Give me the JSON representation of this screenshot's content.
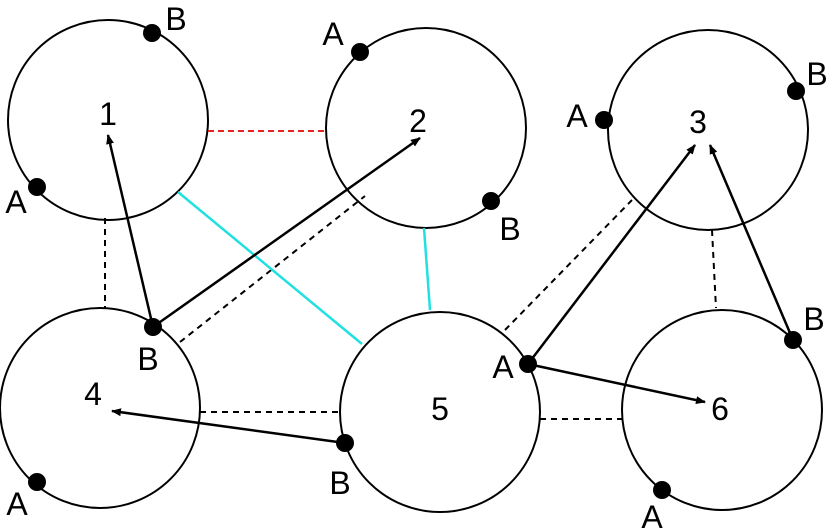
{
  "nodes": [
    {
      "id": "n1",
      "label": "1"
    },
    {
      "id": "n2",
      "label": "2"
    },
    {
      "id": "n3",
      "label": "3"
    },
    {
      "id": "n4",
      "label": "4"
    },
    {
      "id": "n5",
      "label": "5"
    },
    {
      "id": "n6",
      "label": "6"
    }
  ],
  "port_labels": {
    "n1_a": "A",
    "n1_b": "B",
    "n2_a": "A",
    "n2_b": "B",
    "n3_a": "A",
    "n3_b": "B",
    "n4_a": "A",
    "n4_b": "B",
    "n5_a": "A",
    "n5_b": "B",
    "n6_a": "A",
    "n6_b": "B"
  },
  "colors": {
    "stroke": "#000000",
    "red_dashed": "#e8231f",
    "cyan": "#22e0e0",
    "background": "#ffffff"
  }
}
